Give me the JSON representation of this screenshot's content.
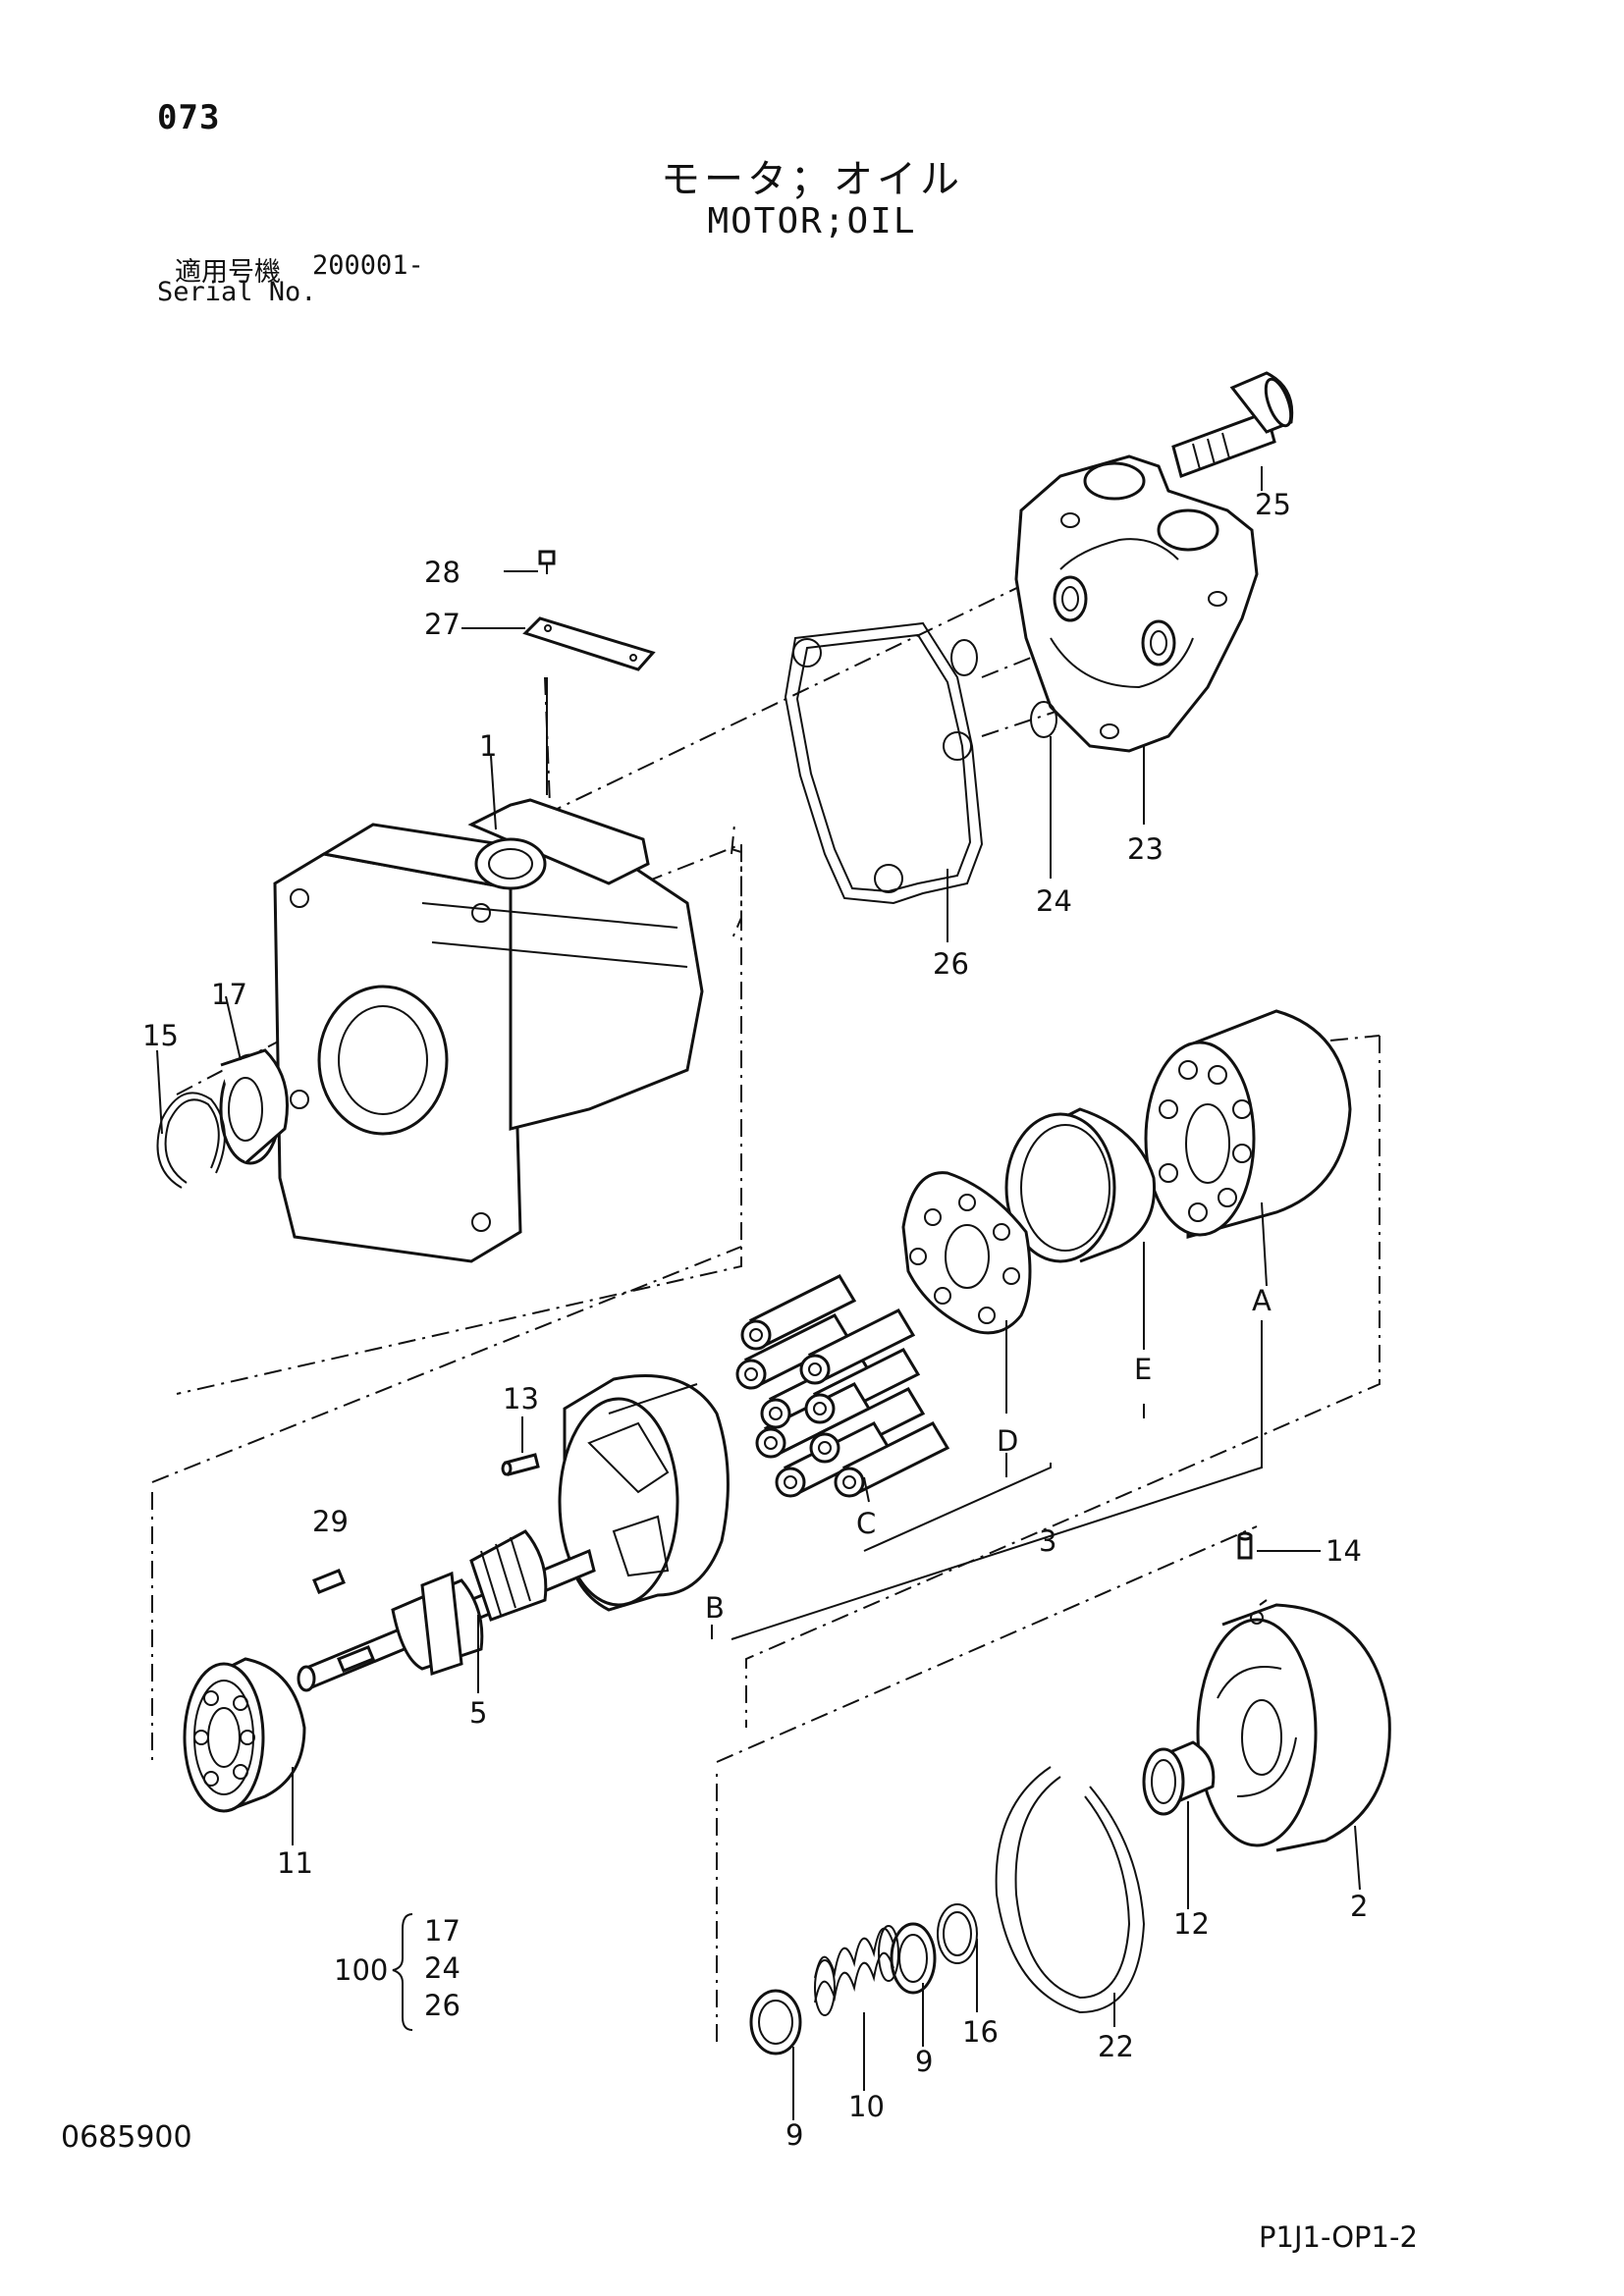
{
  "header": {
    "page_number": "073",
    "title_jp": "モータ；オイル",
    "title_en": "MOTOR;OIL",
    "serial_label_jp": "適用号機",
    "serial_value": "200001-",
    "serial_label_en": "Serial No."
  },
  "callouts": {
    "p1": "1",
    "p2": "2",
    "p3": "3",
    "p5": "5",
    "p9a": "9",
    "p9b": "9",
    "p10": "10",
    "p11": "11",
    "p12": "12",
    "p13": "13",
    "p14": "14",
    "p15": "15",
    "p16": "16",
    "p17": "17",
    "p22": "22",
    "p23": "23",
    "p24": "24",
    "p25": "25",
    "p26": "26",
    "p27": "27",
    "p28": "28",
    "p29": "29",
    "pA": "A",
    "pB": "B",
    "pC": "C",
    "pD": "D",
    "pE": "E"
  },
  "kit": {
    "number": "100",
    "items": [
      "17",
      "24",
      "26"
    ]
  },
  "footer": {
    "doc_number": "0685900",
    "page_code": "P1J1-OP1-2"
  }
}
